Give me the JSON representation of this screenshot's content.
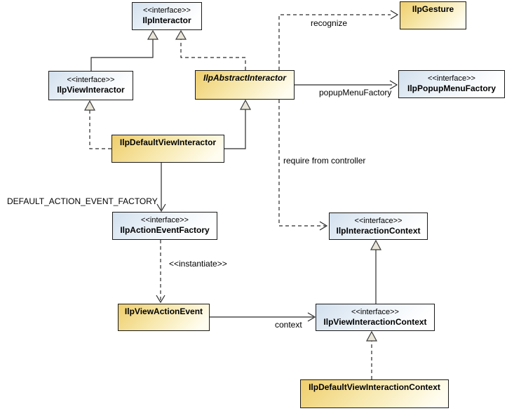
{
  "diagram_type": "uml-class-diagram",
  "colors": {
    "background": "#ffffff",
    "interface_fill": "#d2e0ee",
    "class_fill": "#efce6c",
    "border": "#1a1a1a",
    "line": "#2a2a2a"
  },
  "nodes": {
    "interactor": {
      "stereotype": "<<interface>>",
      "name": "IlpInteractor"
    },
    "gesture": {
      "name": "IlpGesture"
    },
    "view_interactor": {
      "stereotype": "<<interface>>",
      "name": "IlpViewInteractor"
    },
    "abstract_interactor": {
      "name": "IlpAbstractInteractor"
    },
    "popup_menu_factory": {
      "stereotype": "<<interface>>",
      "name": "IlpPopupMenuFactory"
    },
    "default_view_interactor": {
      "name": "IlpDefaultViewInteractor"
    },
    "action_event_factory": {
      "stereotype": "<<interface>>",
      "name": "IlpActionEventFactory"
    },
    "interaction_context": {
      "stereotype": "<<interface>>",
      "name": "IlpInteractionContext"
    },
    "view_action_event": {
      "name": "IlpViewActionEvent"
    },
    "view_interaction_context": {
      "stereotype": "<<interface>>",
      "name": "IlpViewInteractionContext"
    },
    "default_view_interaction_context": {
      "name": "IlpDefaultViewInteractionContext"
    }
  },
  "edge_labels": {
    "recognize": "recognize",
    "popup_menu_factory": "popupMenuFactory",
    "require_from_controller": "require from controller",
    "default_action_event_factory": "DEFAULT_ACTION_EVENT_FACTORY",
    "instantiate": "<<instantiate>>",
    "context": "context"
  }
}
